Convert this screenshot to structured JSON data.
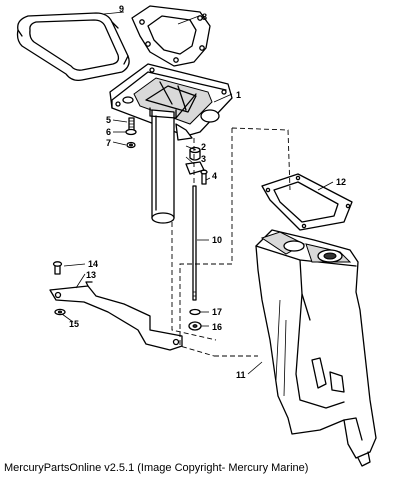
{
  "callouts": {
    "c1": "1",
    "c2": "2",
    "c3": "3",
    "c4": "4",
    "c5": "5",
    "c6": "6",
    "c7": "7",
    "c8": "8",
    "c9": "9",
    "c10": "10",
    "c11": "11",
    "c12": "12",
    "c13": "13",
    "c14": "14",
    "c15": "15",
    "c16": "16",
    "c17": "17"
  },
  "caption": "MercuryPartsOnline v2.5.1 (Image Copyright- Mercury Marine)"
}
